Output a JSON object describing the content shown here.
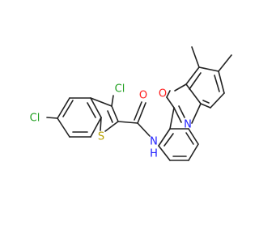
{
  "atoms": [
    {
      "id": "cl1",
      "symbol": "Cl",
      "color": "#22a022"
    },
    {
      "id": "cl2",
      "symbol": "Cl",
      "color": "#22a022"
    },
    {
      "id": "s1",
      "symbol": "S",
      "color": "#b8a000"
    },
    {
      "id": "o1",
      "symbol": "O",
      "color": "#ff2020"
    },
    {
      "id": "n1",
      "symbol": "N",
      "color": "#2020ff"
    },
    {
      "id": "h1",
      "symbol": "H",
      "color": "#2020ff"
    },
    {
      "id": "o2",
      "symbol": "O",
      "color": "#ff2020"
    },
    {
      "id": "n2",
      "symbol": "N",
      "color": "#2020ff"
    }
  ]
}
